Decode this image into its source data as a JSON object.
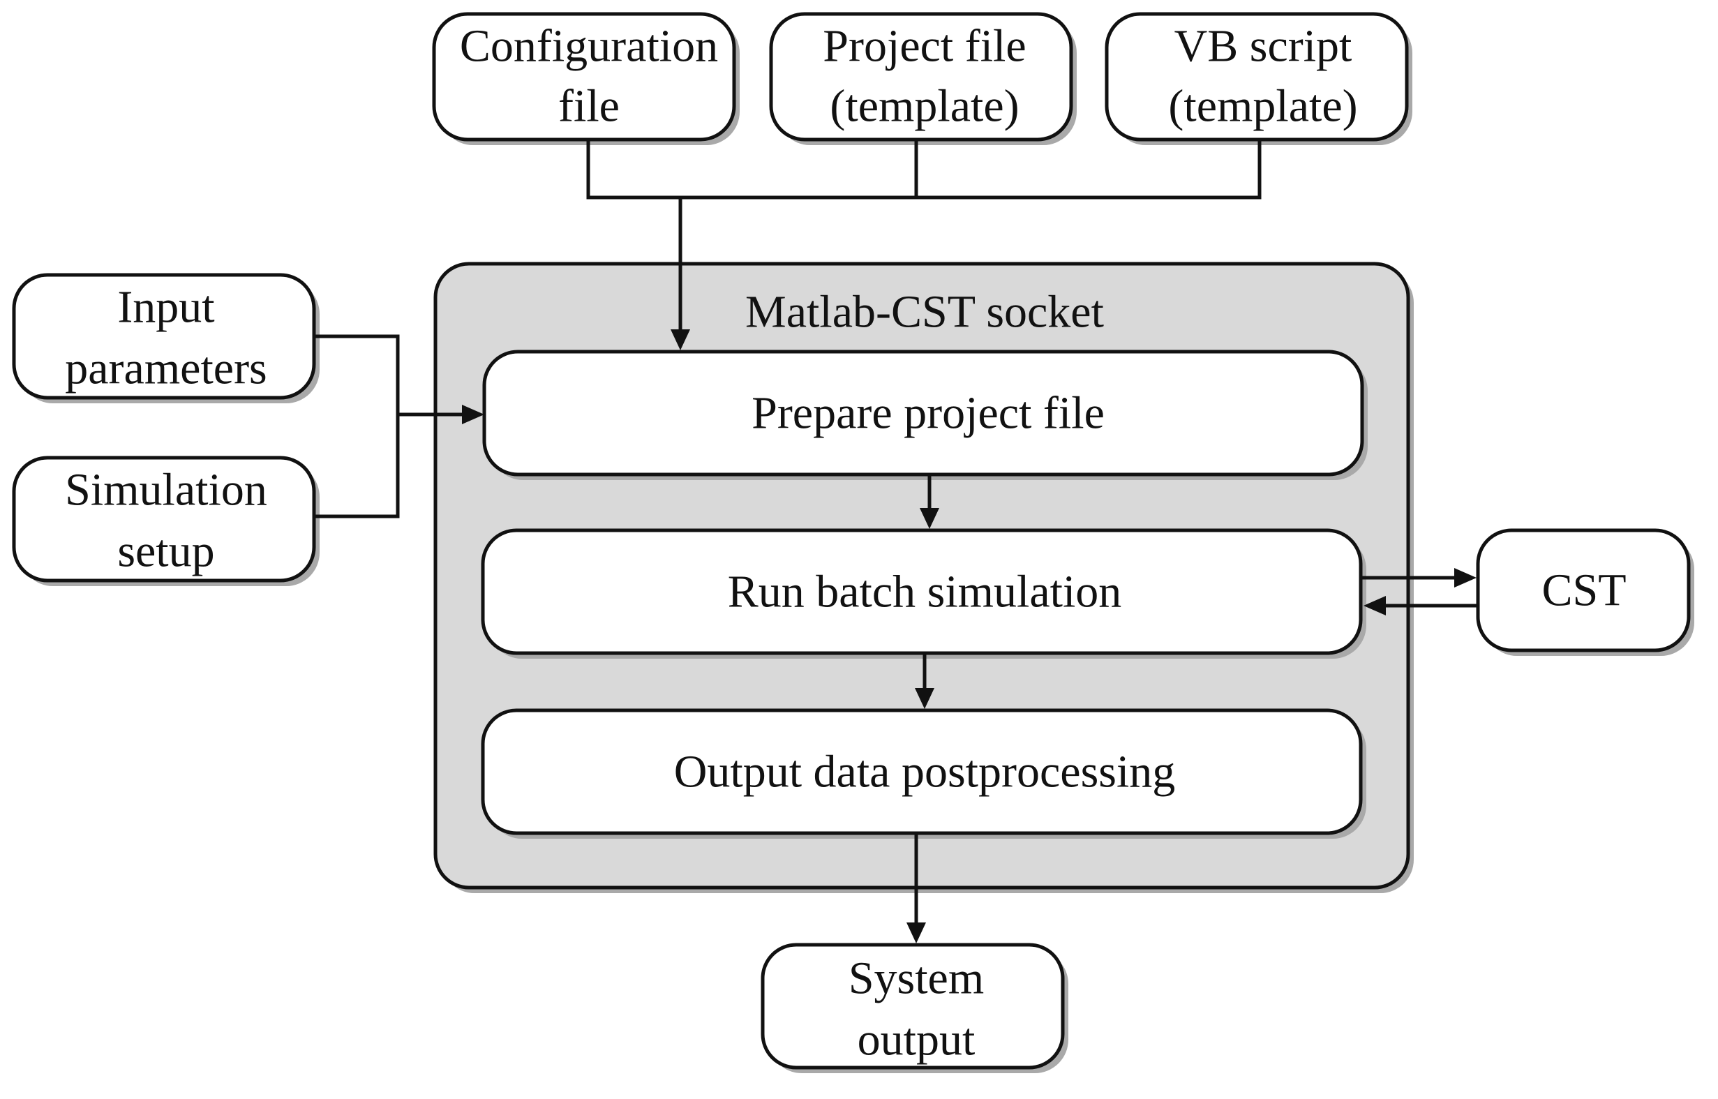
{
  "diagram": {
    "inputs": {
      "configuration_file": [
        "Configuration",
        "file"
      ],
      "project_file": [
        "Project file",
        "(template)"
      ],
      "vb_script": [
        "VB script",
        "(template)"
      ],
      "input_parameters": [
        "Input",
        "parameters"
      ],
      "simulation_setup": [
        "Simulation",
        "setup"
      ]
    },
    "socket": {
      "title": "Matlab-CST socket",
      "steps": {
        "prepare": "Prepare project file",
        "run": "Run batch simulation",
        "postprocess": "Output data postprocessing"
      }
    },
    "external": {
      "cst": "CST"
    },
    "output": {
      "system_output": [
        "System",
        "output"
      ]
    }
  },
  "colors": {
    "container_fill": "#d9d9d9",
    "box_fill": "#ffffff",
    "stroke": "#111111",
    "shadow": "#a9a9a9"
  }
}
